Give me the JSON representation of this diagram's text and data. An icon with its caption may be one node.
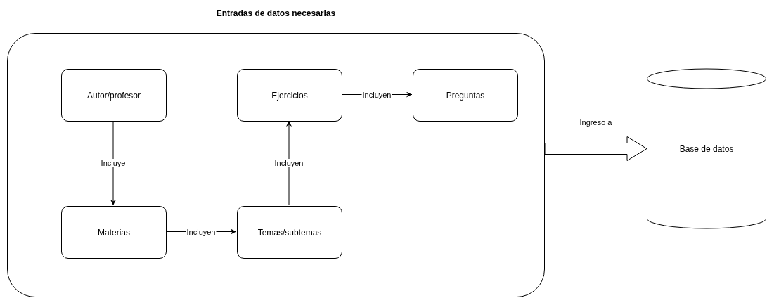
{
  "diagram": {
    "nodes": [
      {
        "text": [
          "Entradas de datos necesarias"
        ]
      },
      {
        "text": [
          "Autor/profesor"
        ],
        "in": 0
      },
      {
        "text": [
          "Ejercicios"
        ],
        "in": 0
      },
      {
        "text": [
          "Preguntas"
        ],
        "in": 0
      },
      {
        "text": [
          "Materias"
        ],
        "in": 0
      },
      {
        "text": [
          "Temas/subtemas"
        ],
        "in": 0
      },
      {
        "text": [
          "Base de datos"
        ]
      }
    ],
    "edges": [
      {
        "from": 1,
        "to": 4,
        "arrow": "to",
        "label": "Incluye"
      },
      {
        "from": 4,
        "to": 5,
        "arrow": "to",
        "label": "Incluyen"
      },
      {
        "from": 5,
        "to": 2,
        "arrow": "to",
        "label": "Incluyen"
      },
      {
        "from": 2,
        "to": 3,
        "arrow": "to",
        "label": "Incluyen"
      },
      {
        "from": 0,
        "to": 6,
        "arrow": "to",
        "label": "Ingreso a",
        "style": "thick"
      }
    ]
  }
}
